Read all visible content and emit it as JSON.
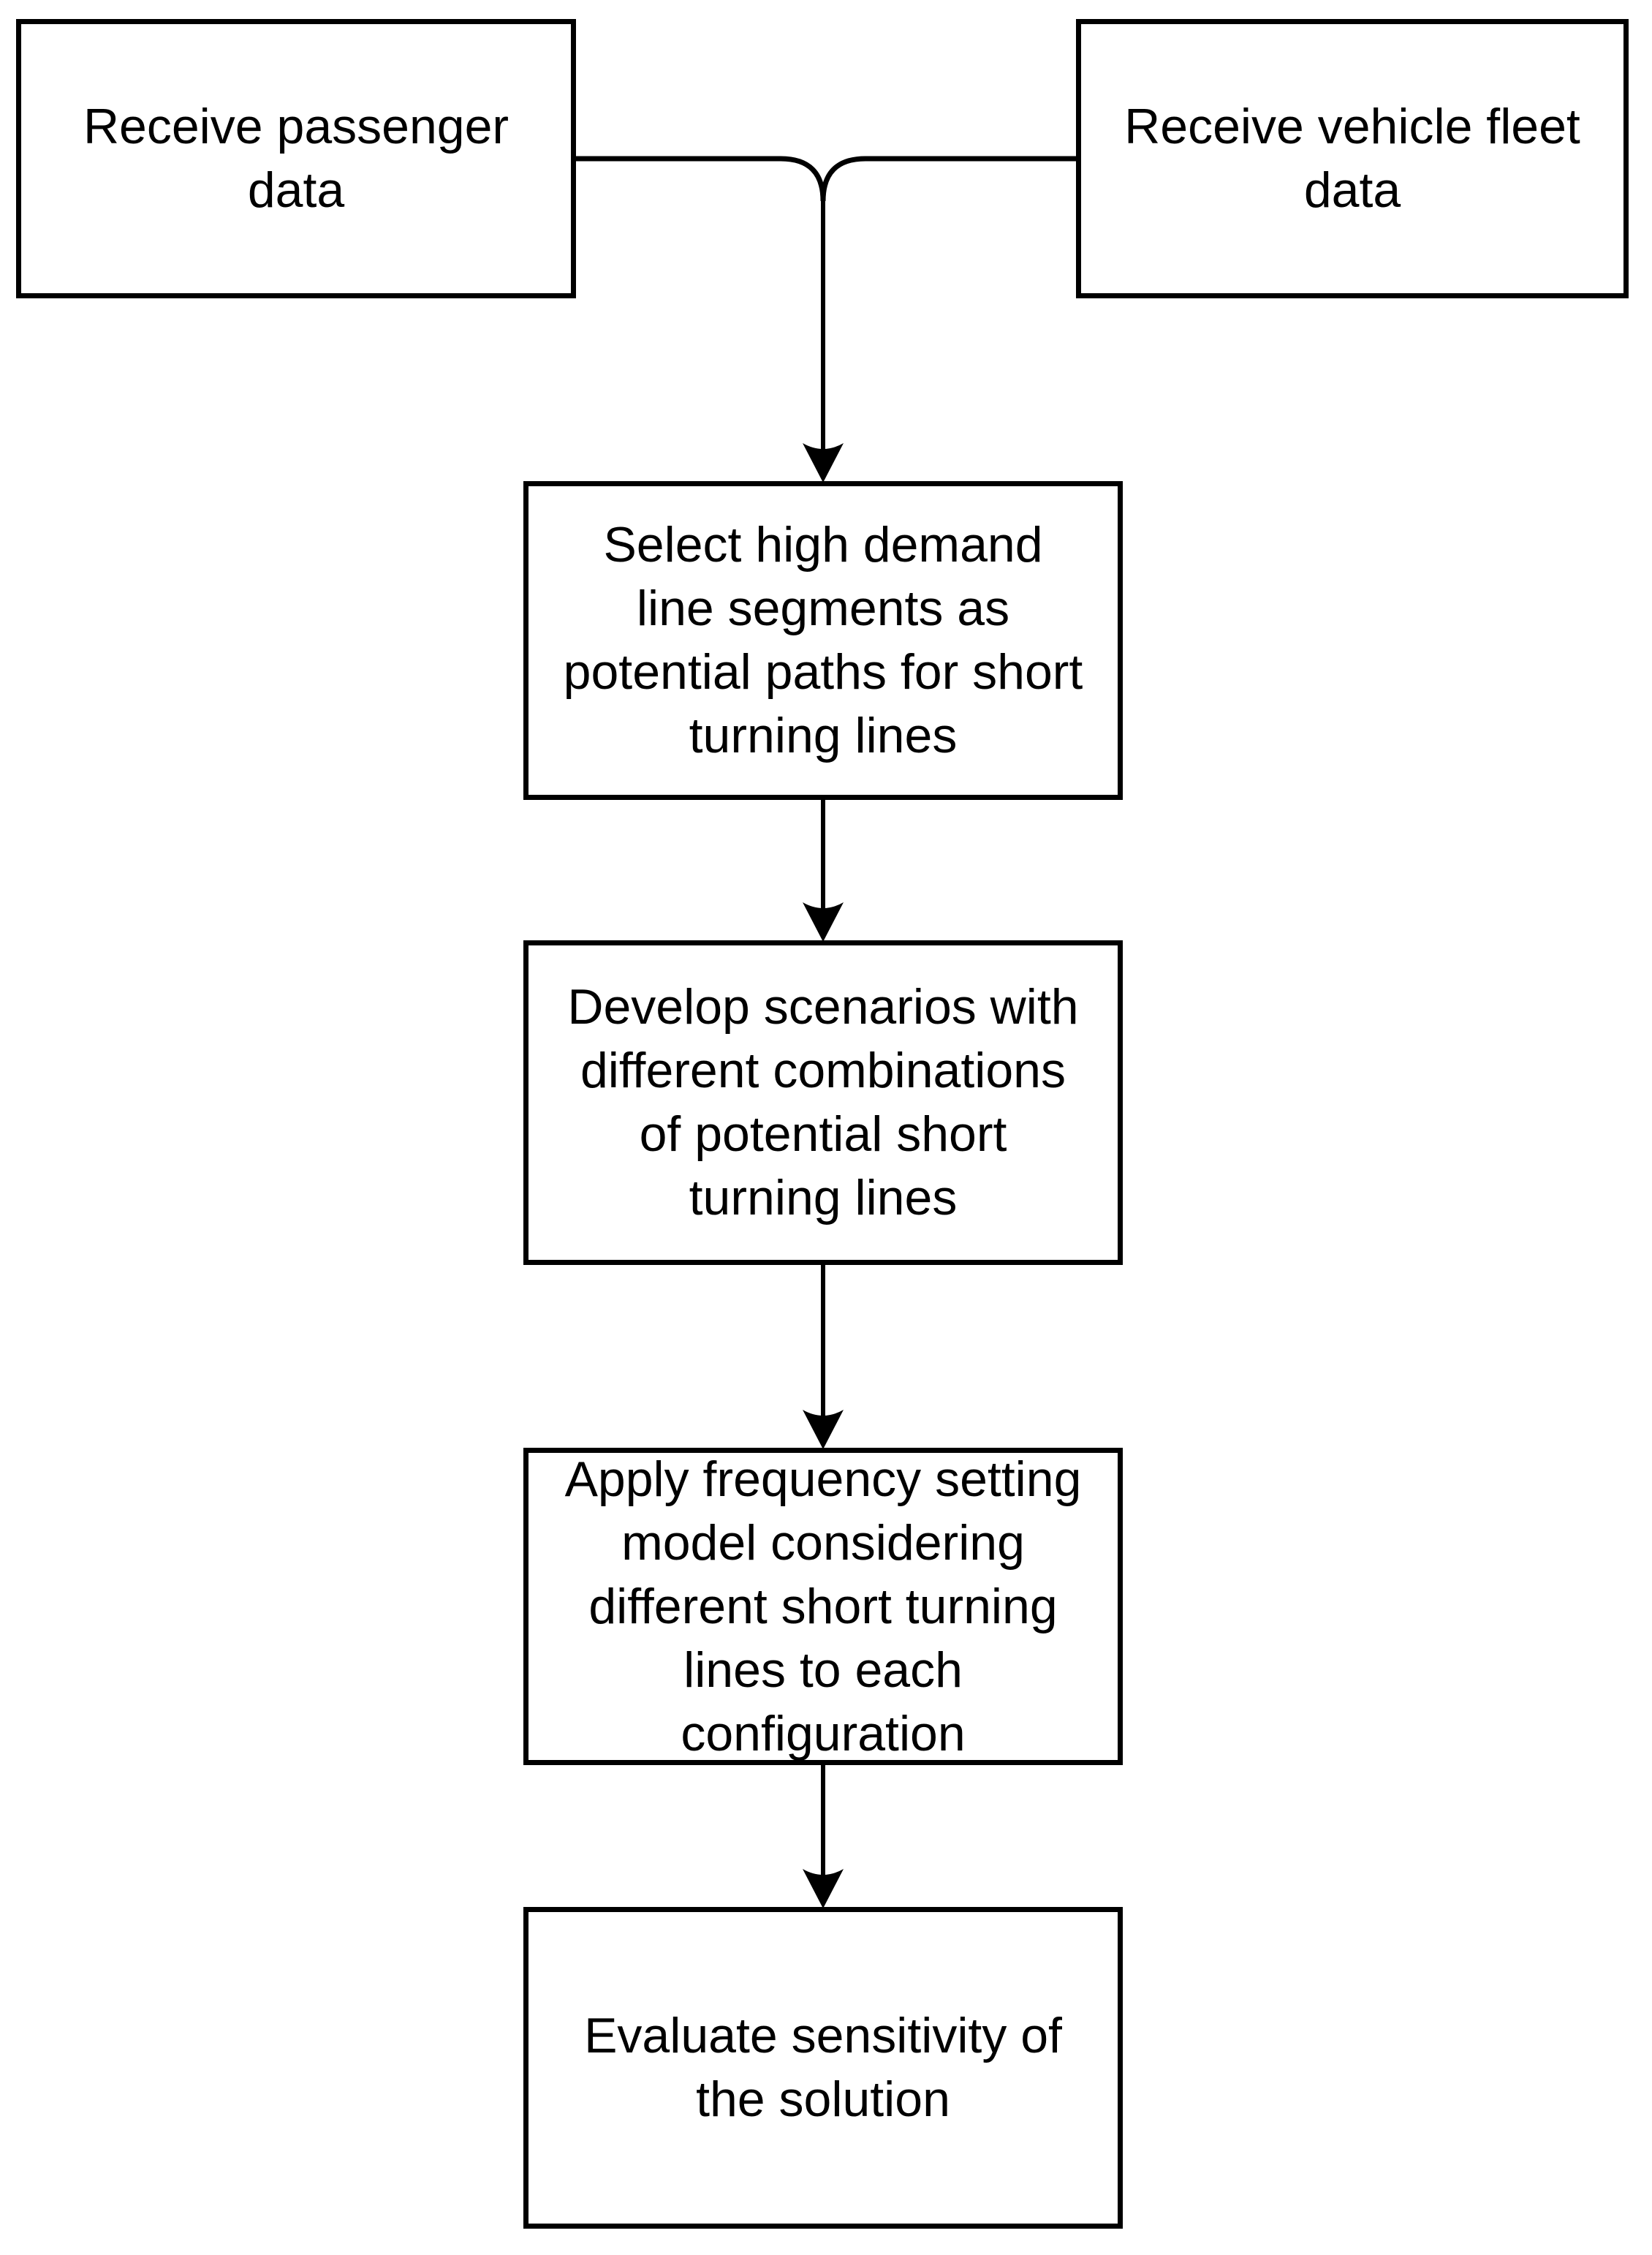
{
  "colors": {
    "ink": "#000000",
    "paper": "#ffffff"
  },
  "diagram": {
    "type": "flowchart",
    "nodes": [
      {
        "id": "receive-passenger-data",
        "label": "Receive passenger\ndata"
      },
      {
        "id": "receive-vehicle-fleet-data",
        "label": "Receive vehicle fleet\ndata"
      },
      {
        "id": "select-high-demand-segments",
        "label": "Select high demand\nline segments as\npotential paths for short\nturning lines"
      },
      {
        "id": "develop-scenarios",
        "label": "Develop scenarios with\ndifferent combinations\nof potential short\nturning lines"
      },
      {
        "id": "apply-frequency-setting-model",
        "label": "Apply frequency setting\nmodel considering\ndifferent short turning\nlines to each\nconfiguration"
      },
      {
        "id": "evaluate-sensitivity",
        "label": "Evaluate sensitivity of\nthe solution"
      }
    ],
    "edges": [
      {
        "from": "receive-passenger-data",
        "to": "select-high-demand-segments"
      },
      {
        "from": "receive-vehicle-fleet-data",
        "to": "select-high-demand-segments"
      },
      {
        "from": "select-high-demand-segments",
        "to": "develop-scenarios"
      },
      {
        "from": "develop-scenarios",
        "to": "apply-frequency-setting-model"
      },
      {
        "from": "apply-frequency-setting-model",
        "to": "evaluate-sensitivity"
      }
    ]
  }
}
